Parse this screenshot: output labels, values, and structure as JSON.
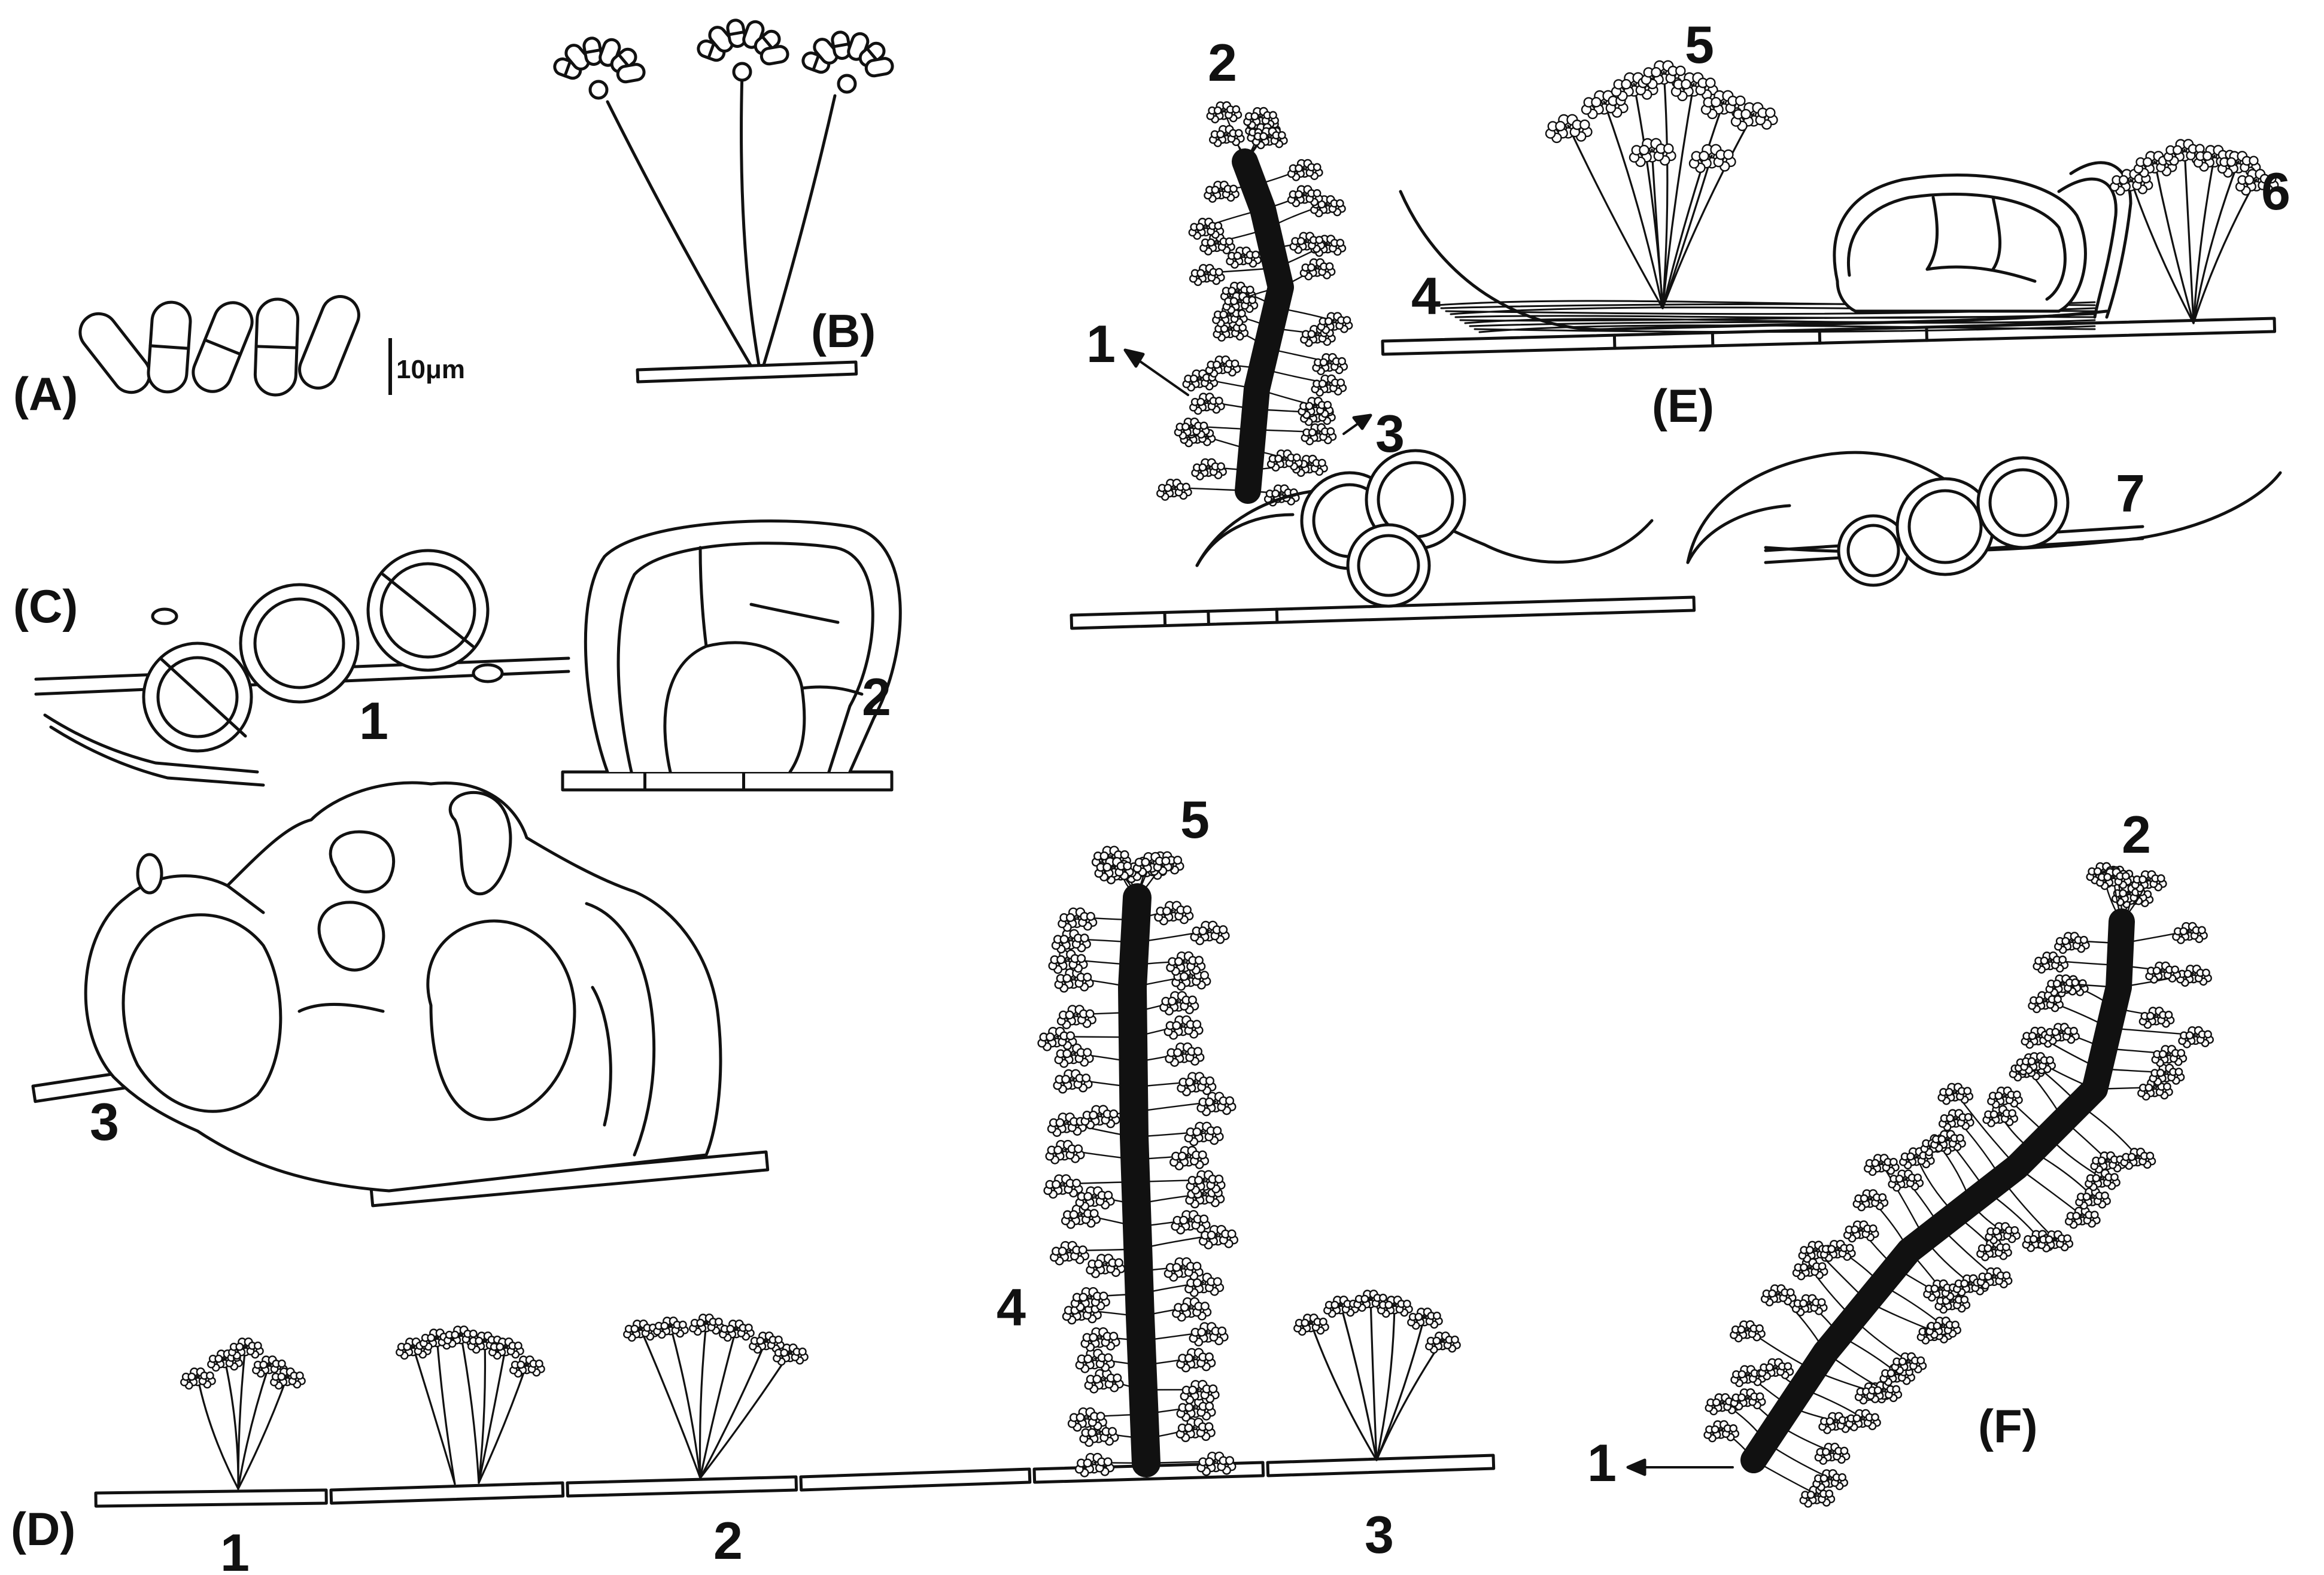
{
  "figure": {
    "panels": [
      {
        "id": "A",
        "label": "(A)"
      },
      {
        "id": "B",
        "label": "(B)"
      },
      {
        "id": "C",
        "label": "(C)"
      },
      {
        "id": "D",
        "label": "(D)"
      },
      {
        "id": "E",
        "label": "(E)"
      },
      {
        "id": "F",
        "label": "(F)"
      }
    ],
    "scale_bar": {
      "label": "10μm"
    },
    "callouts": {
      "C1": "1",
      "C2": "2",
      "C3": "3",
      "D1": "1",
      "D2": "2",
      "D3": "3",
      "D4": "4",
      "D5": "5",
      "E1": "1",
      "E2": "2",
      "E3": "3",
      "E4": "4",
      "E5": "5",
      "E6": "6",
      "E7": "7",
      "F1": "1",
      "F2": "2"
    }
  },
  "colors": {
    "line": "#111111",
    "fill": "#ffffff",
    "synnema": "#111111"
  }
}
